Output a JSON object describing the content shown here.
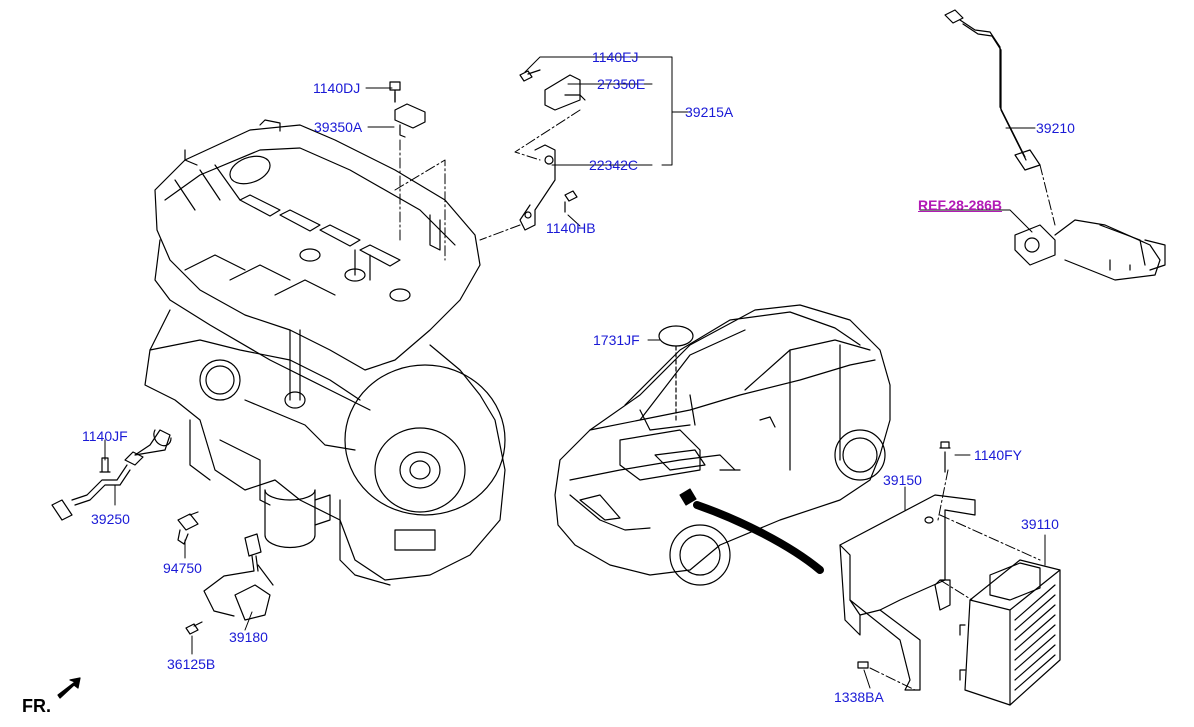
{
  "diagram": {
    "callouts": {
      "p1140DJ": "1140DJ",
      "p39350A": "39350A",
      "p1140EJ": "1140EJ",
      "p27350E": "27350E",
      "p39215A": "39215A",
      "p22342C": "22342C",
      "p1140HB": "1140HB",
      "p39210": "39210",
      "ref": "REF.28-286B",
      "p1731JF": "1731JF",
      "p1140JF": "1140JF",
      "p39250": "39250",
      "p94750": "94750",
      "p39180": "39180",
      "p36125B": "36125B",
      "p1140FY": "1140FY",
      "p39150": "39150",
      "p39110": "39110",
      "p1338BA": "1338BA"
    },
    "front_indicator": "FR."
  },
  "colors": {
    "callout_text": "#1a1ad6",
    "reference_text": "#b21ab5",
    "line_art": "#000000"
  }
}
